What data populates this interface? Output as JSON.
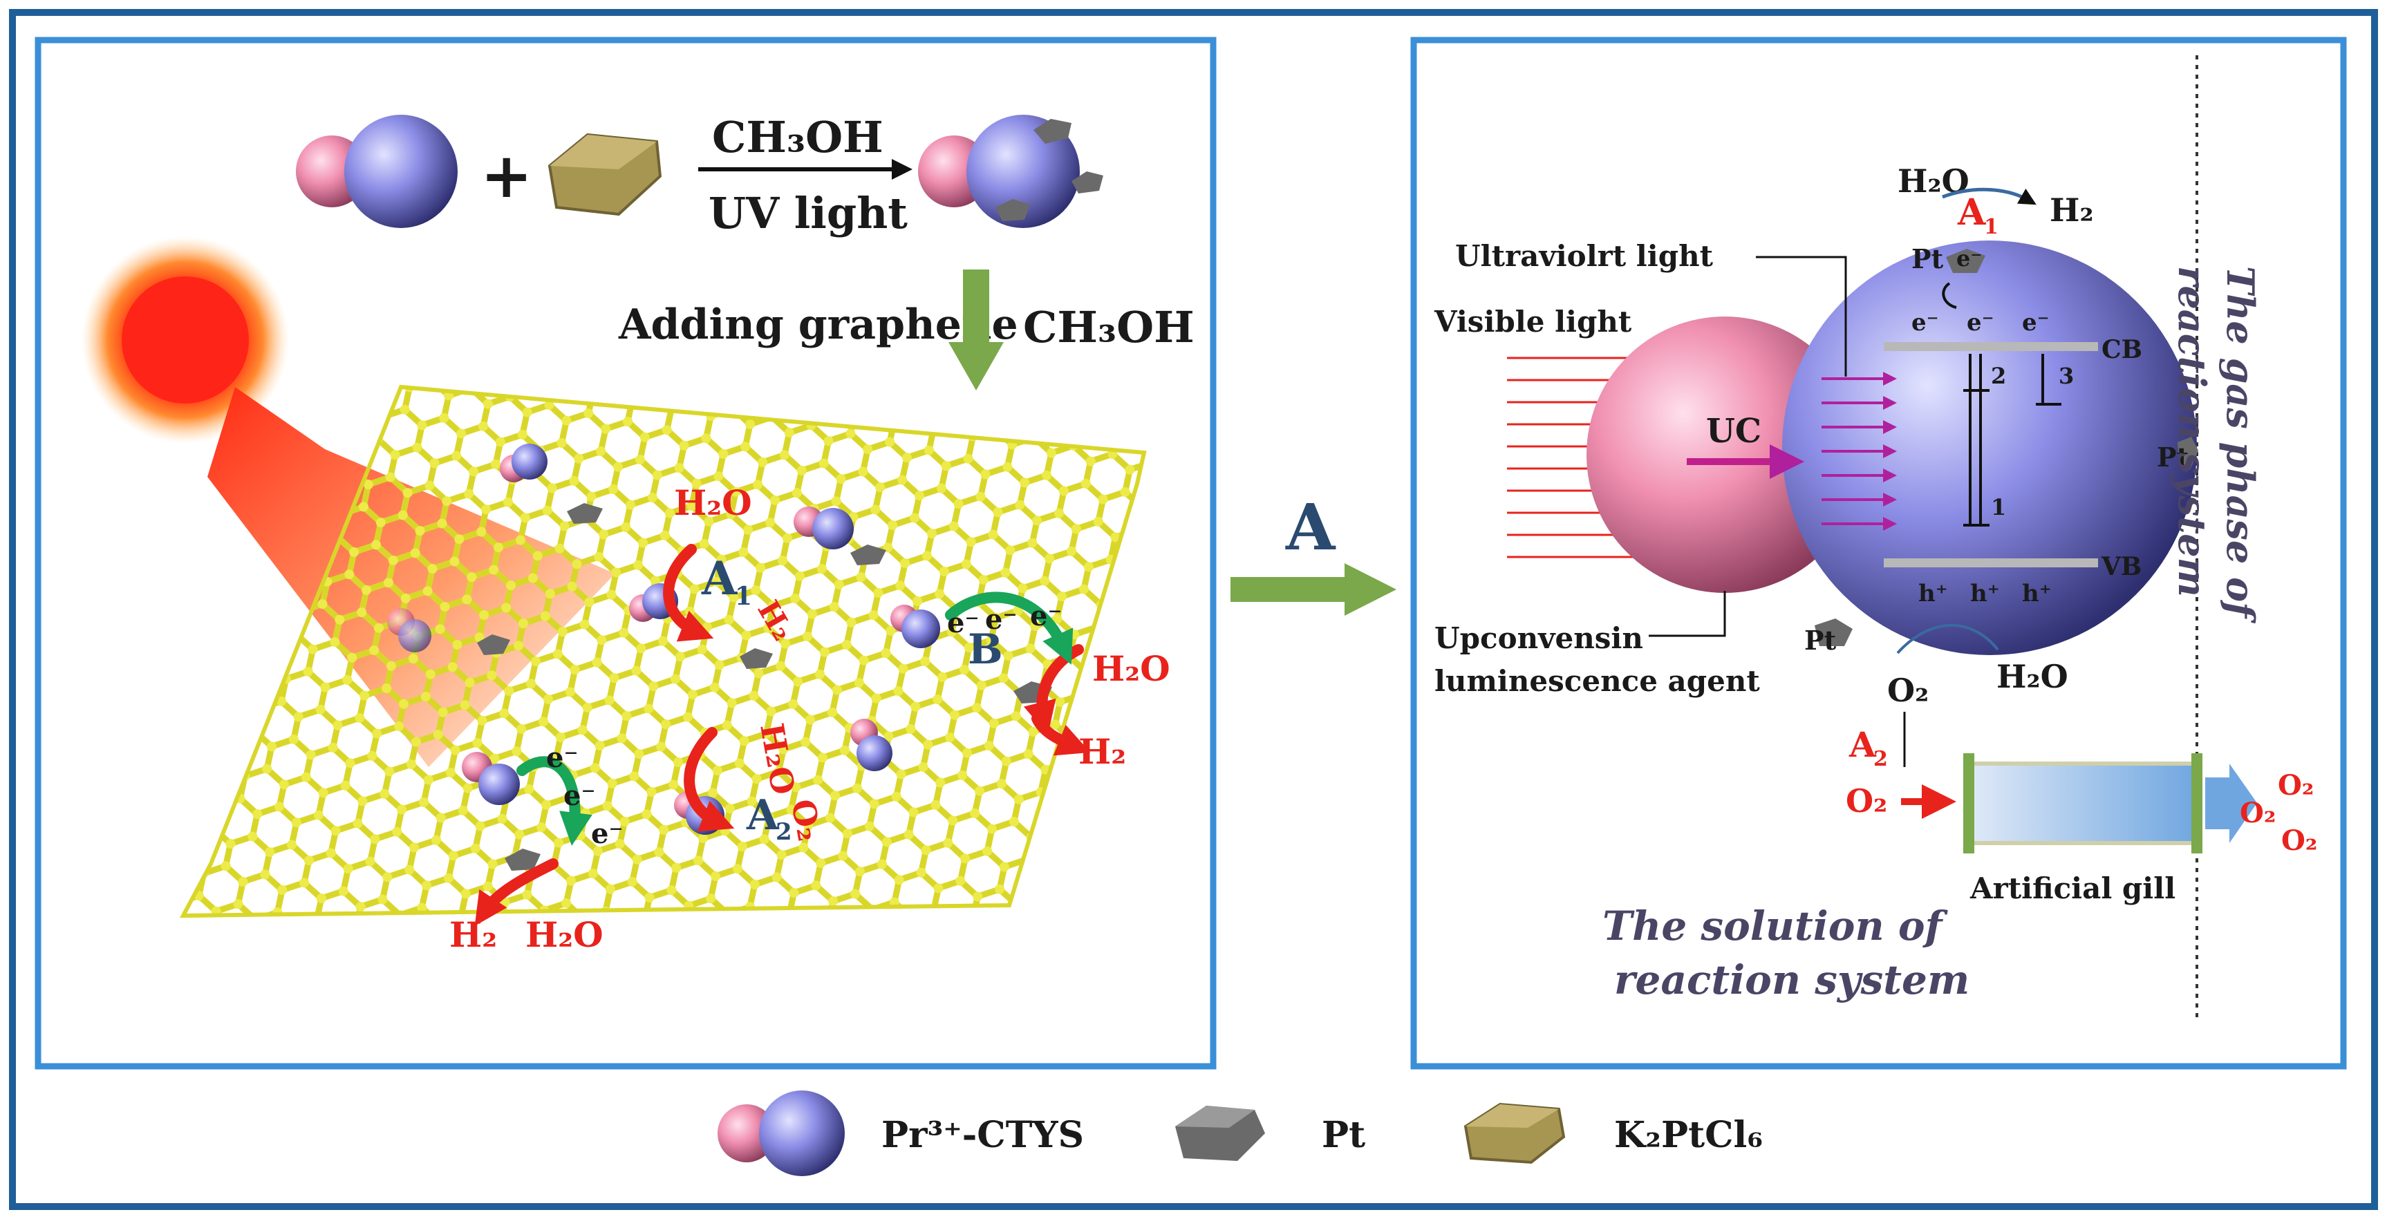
{
  "left_panel": {
    "reaction": {
      "reagent_top": "CH₃OH",
      "reagent_bottom": "UV light",
      "plus": "+"
    },
    "step2": {
      "label": "Adding graphene",
      "reagent": "CH₃OH"
    },
    "sheet_labels": {
      "h2o_top": "H₂O",
      "a1": "A",
      "a1_sub": "1",
      "h2_a1": "H₂",
      "b": "B",
      "h2o_right": "H₂O",
      "h2_right": "H₂",
      "h2o_center": "H₂O",
      "o2_center": "O₂",
      "a2": "A",
      "a2_sub": "2",
      "h2_bottom": "H₂",
      "h2o_bottom": "H₂O",
      "electron": "e⁻"
    }
  },
  "middle_arrow": {
    "label": "A"
  },
  "right_panel": {
    "h2o_top": "H₂O",
    "a1": "A",
    "a1_sub": "1",
    "h2_top": "H₂",
    "pt": "Pt",
    "electron": "e⁻",
    "hole": "h⁺",
    "ultraviolet": "Ultraviolrt light",
    "visible": "Visible light",
    "uc": "UC",
    "cb": "CB",
    "vb": "VB",
    "level_1": "1",
    "level_2": "2",
    "level_3": "3",
    "upconversion_1": "Upconvensin",
    "upconversion_2": "luminescence agent",
    "o2": "O₂",
    "h2o_bottom": "H₂O",
    "a2": "A",
    "a2_sub": "2",
    "artificial_gill": "Artificial gill",
    "solution_1": "The solution of",
    "solution_2": "reaction system",
    "gas_phase_1": "The gas phase of",
    "gas_phase_2": "reaction system"
  },
  "legend": {
    "item1": "Pr³⁺-CTYS",
    "item2": "Pt",
    "item3": "K₂PtCl₆"
  },
  "colors": {
    "frame": "#1e5f99",
    "panel_border": "#3a8fd8",
    "pink": "#f08fb0",
    "purple": "#8c8de6",
    "graphene": "#e6e23a",
    "red_text": "#e8231c",
    "green": "#19a55a",
    "arrow_green": "#7aa84a"
  }
}
